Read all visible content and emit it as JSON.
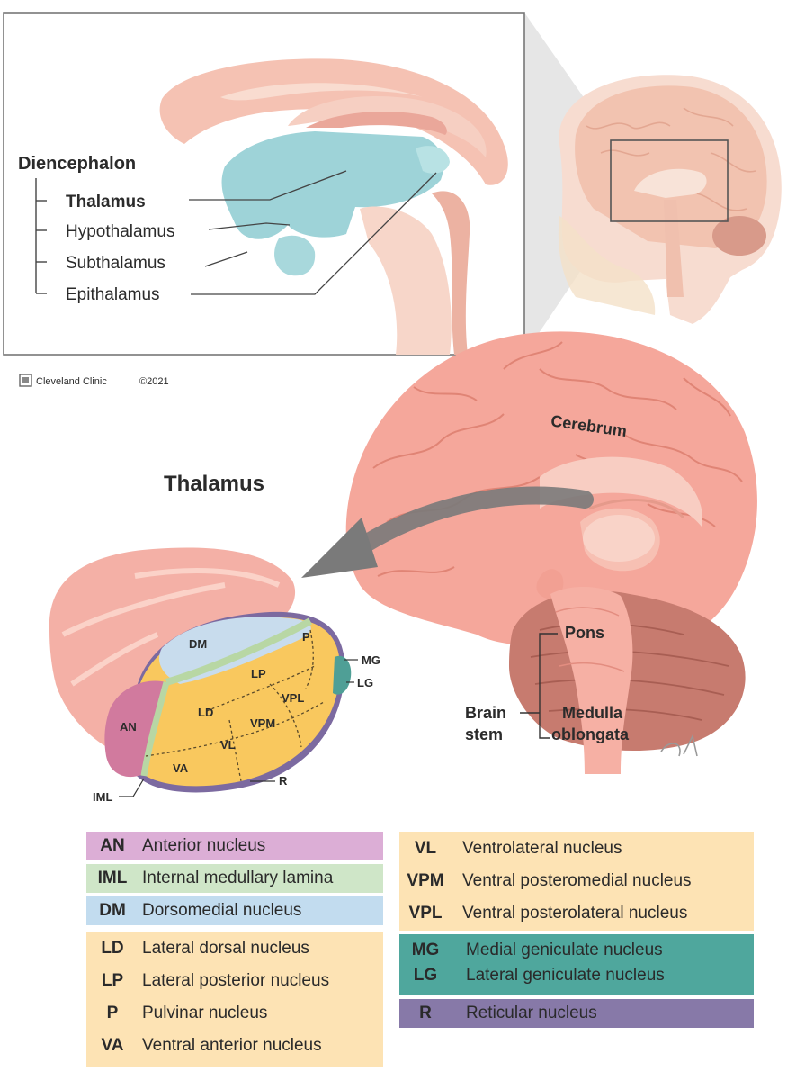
{
  "inset": {
    "group_label": "Diencephalon",
    "items": [
      "Thalamus",
      "Hypothalamus",
      "Subthalamus",
      "Epithalamus"
    ]
  },
  "credit": {
    "brand": "Cleveland Clinic",
    "year": "©2021"
  },
  "main": {
    "thalamus_title": "Thalamus",
    "cerebrum": "Cerebrum",
    "pons": "Pons",
    "brain_stem": [
      "Brain",
      "stem"
    ],
    "medulla": [
      "Medulla",
      "oblongata"
    ]
  },
  "thalamus_labels": [
    "DM",
    "P",
    "LP",
    "VPL",
    "LD",
    "VPM",
    "AN",
    "VL",
    "VA",
    "MG",
    "LG",
    "R",
    "IML"
  ],
  "legend": {
    "left": [
      {
        "abbr": "AN",
        "desc": "Anterior nucleus",
        "color": "#dcaed6"
      },
      {
        "abbr": "IML",
        "desc": "Internal medullary lamina",
        "color": "#cfe6c8"
      },
      {
        "abbr": "DM",
        "desc": "Dorsomedial nucleus",
        "color": "#c2dcef"
      },
      {
        "abbr": "LD",
        "desc": "Lateral dorsal nucleus",
        "color": "#fde3b4"
      },
      {
        "abbr": "LP",
        "desc": "Lateral posterior nucleus",
        "color": "#fde3b4"
      },
      {
        "abbr": "P",
        "desc": "Pulvinar nucleus",
        "color": "#fde3b4"
      },
      {
        "abbr": "VA",
        "desc": "Ventral anterior nucleus",
        "color": "#fde3b4"
      }
    ],
    "right": [
      {
        "abbr": "VL",
        "desc": "Ventrolateral nucleus",
        "color": "#fde3b4"
      },
      {
        "abbr": "VPM",
        "desc": "Ventral posteromedial nucleus",
        "color": "#fde3b4"
      },
      {
        "abbr": "VPL",
        "desc": "Ventral posterolateral nucleus",
        "color": "#fde3b4"
      },
      {
        "abbr": "MG",
        "desc": "Medial geniculate nucleus",
        "color": "#4fa79d"
      },
      {
        "abbr": "LG",
        "desc": "Lateral geniculate nucleus",
        "color": "#4fa79d"
      },
      {
        "abbr": "R",
        "desc": "Reticular nucleus",
        "color": "#8779a8"
      }
    ]
  }
}
